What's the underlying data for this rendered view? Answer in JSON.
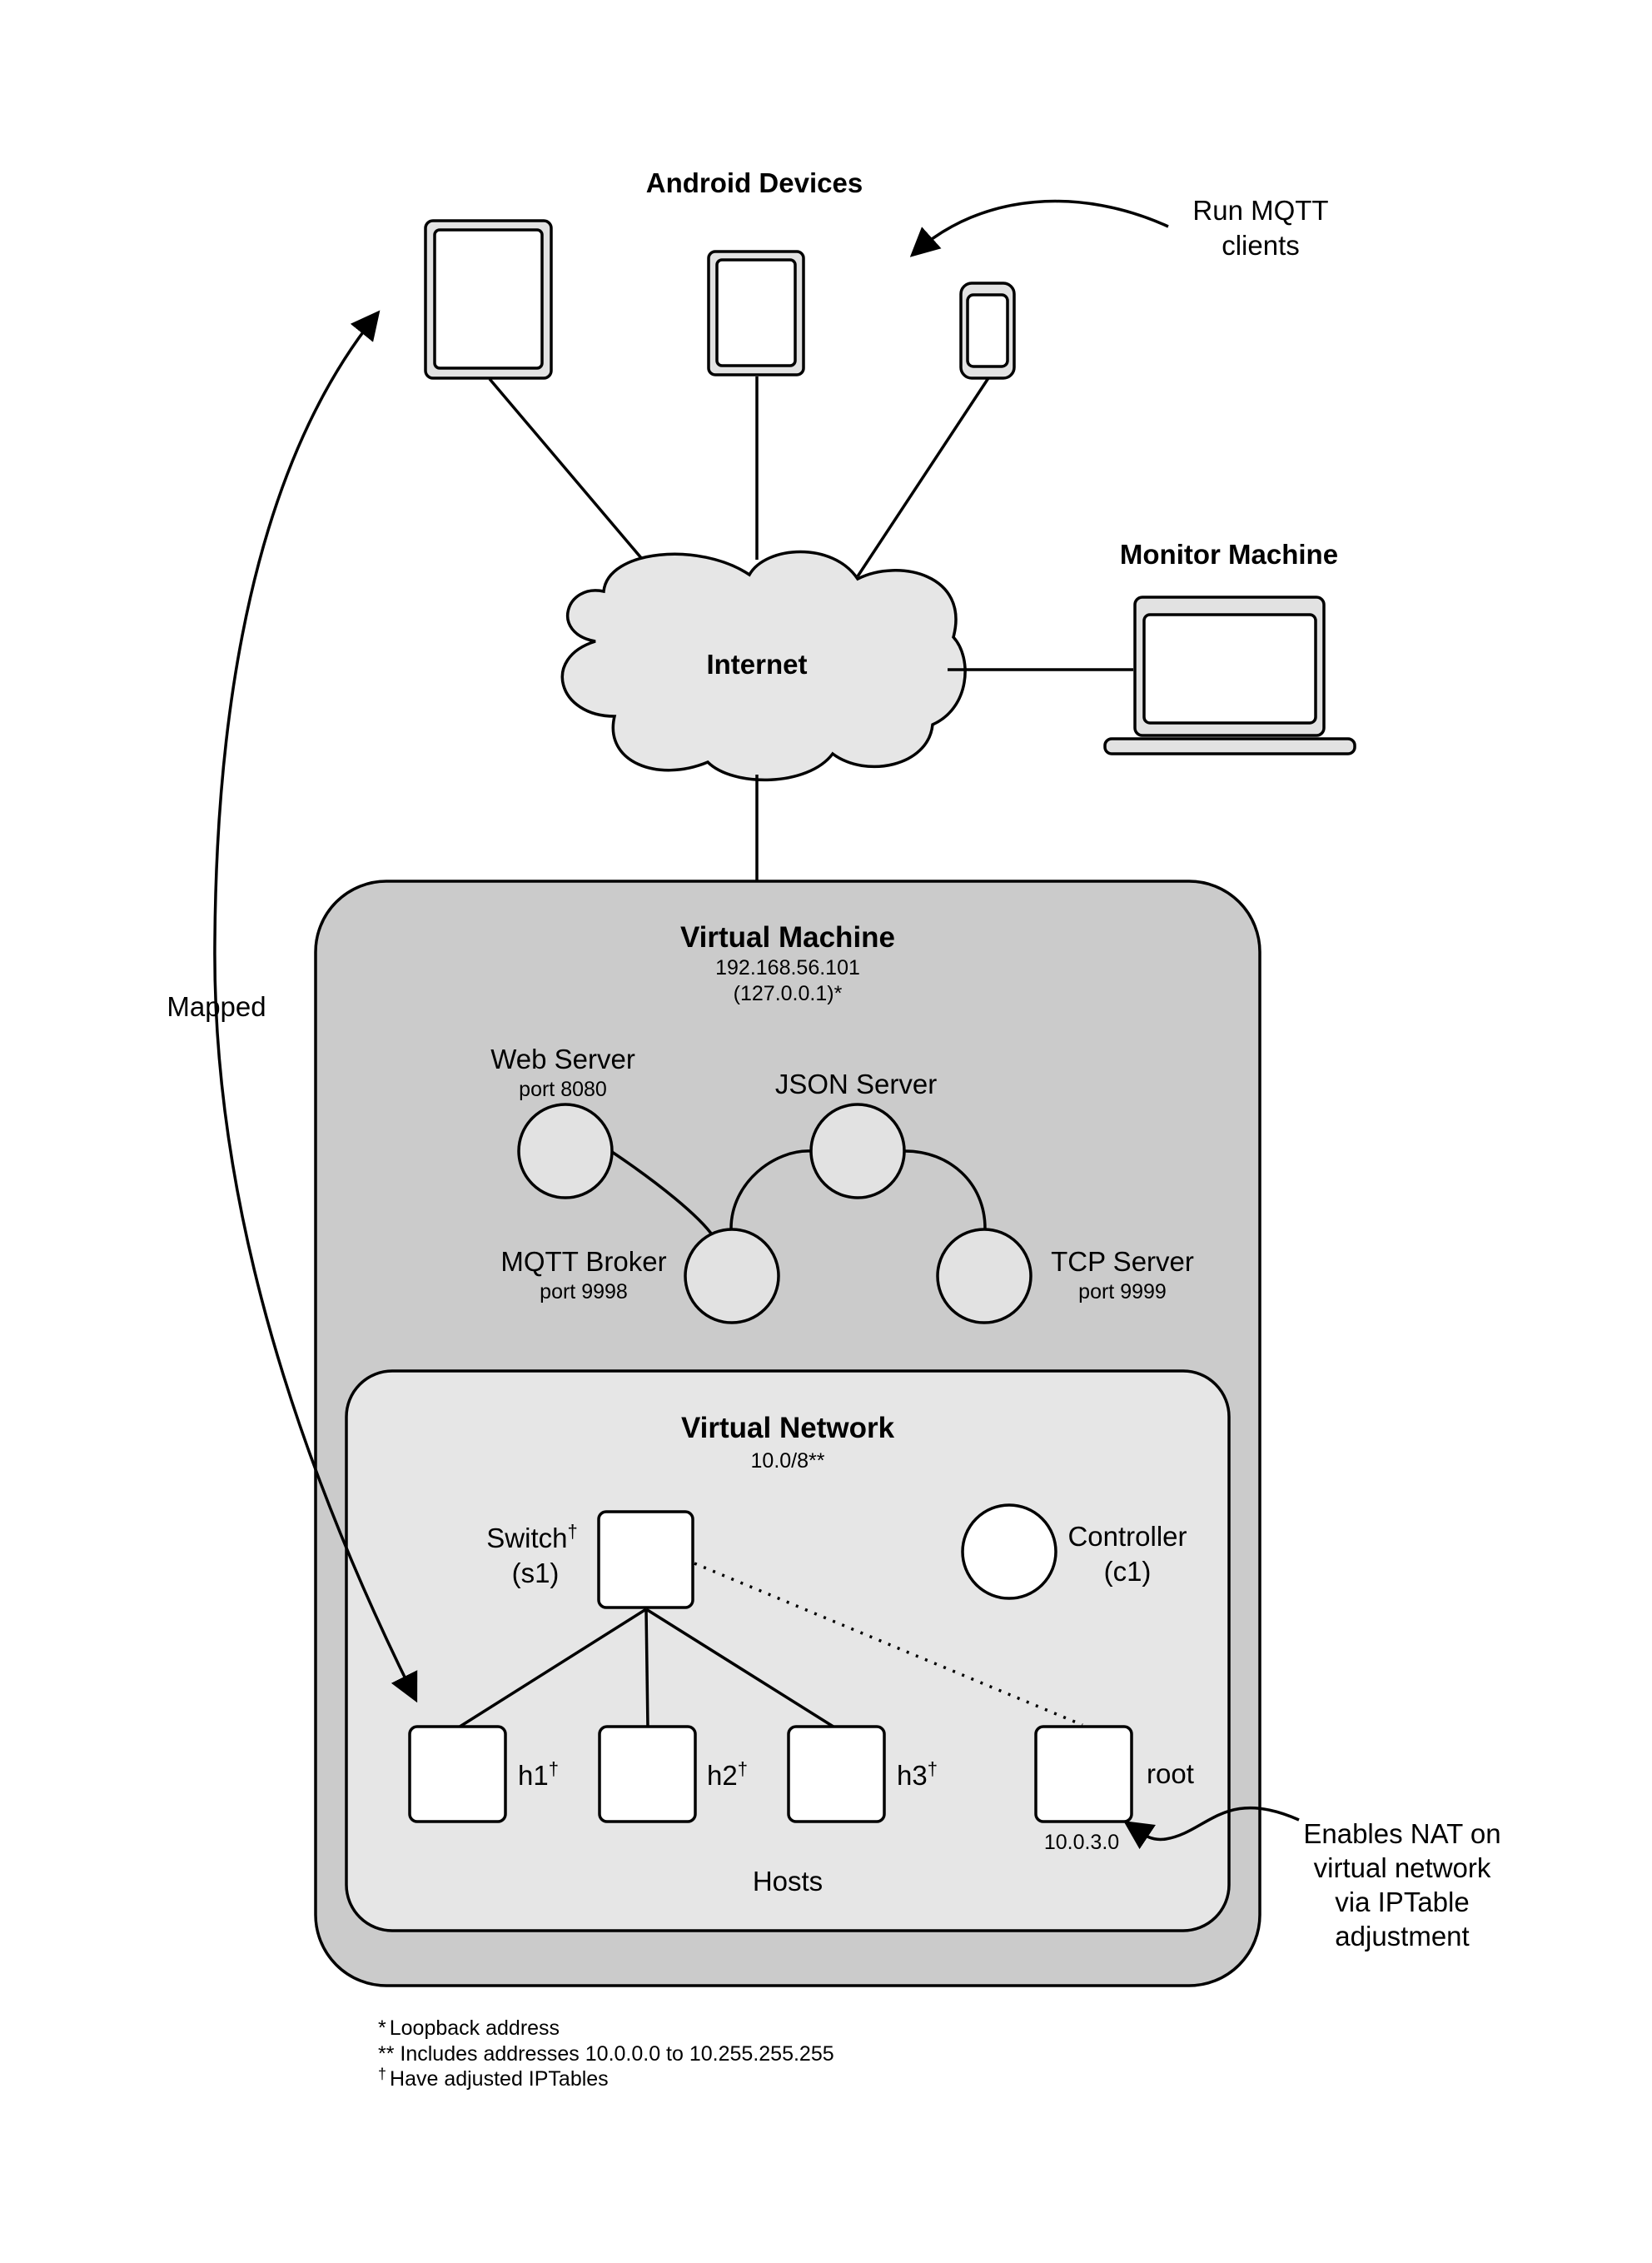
{
  "android": {
    "title": "Android Devices",
    "note_line1": "Run MQTT",
    "note_line2": "clients"
  },
  "monitor": {
    "title": "Monitor Machine"
  },
  "internet": {
    "label": "Internet"
  },
  "mapped": {
    "label": "Mapped"
  },
  "vm": {
    "title": "Virtual Machine",
    "ip": "192.168.56.101",
    "loopback": "(127.0.0.1)*",
    "web_server": {
      "name": "Web Server",
      "port": "port 8080"
    },
    "json_server": {
      "name": "JSON Server"
    },
    "mqtt_broker": {
      "name": "MQTT Broker",
      "port": "port 9998"
    },
    "tcp_server": {
      "name": "TCP Server",
      "port": "port 9999"
    }
  },
  "vnet": {
    "title": "Virtual Network",
    "subnet": "10.0/8**",
    "switch_label": "Switch",
    "switch_sup": "†",
    "switch_id": "(s1)",
    "controller_label": "Controller",
    "controller_id": "(c1)",
    "h1": "h1",
    "h2": "h2",
    "h3": "h3",
    "dagger": "†",
    "root": "root",
    "root_ip": "10.0.3.0",
    "hosts_label": "Hosts"
  },
  "nat_note": {
    "line1": "Enables NAT on",
    "line2": "virtual network",
    "line3": "via IPTable",
    "line4": "adjustment"
  },
  "footnotes": {
    "f1_mark": "*",
    "f1_text": "Loopback address",
    "f2_text": "** Includes addresses 10.0.0.0 to 10.255.255.255",
    "f3_mark": "†",
    "f3_text": "Have adjusted IPTables"
  },
  "colors": {
    "device_fill": "#e2e2e2",
    "vm_fill": "#cbcbcb",
    "vnet_fill": "#e6e6e6",
    "node_fill": "#e2e2e2",
    "line": "#000000"
  }
}
